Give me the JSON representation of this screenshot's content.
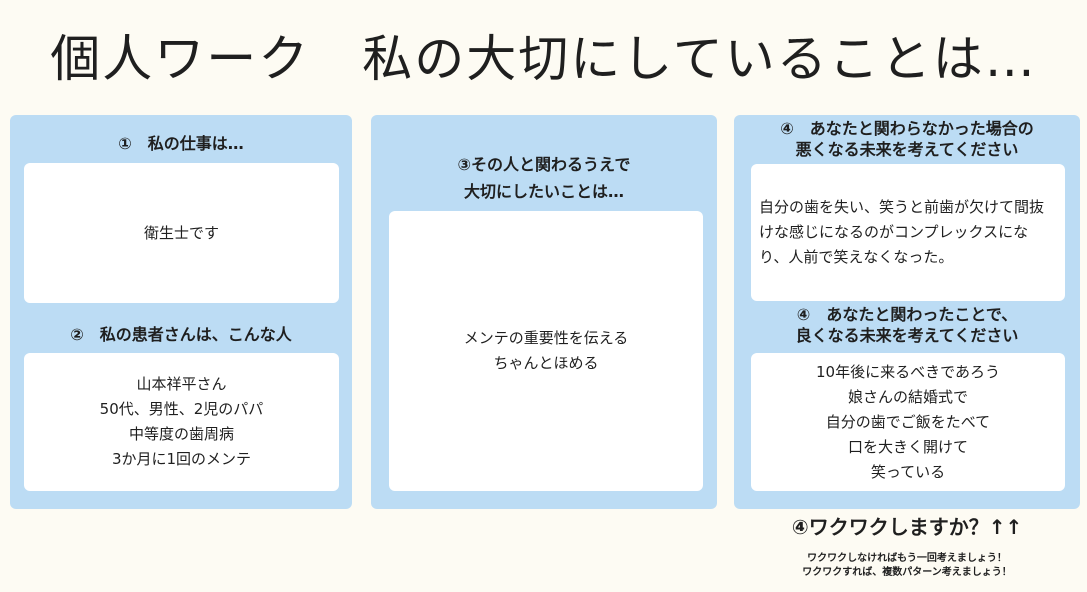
{
  "title": "個人ワーク　私の大切にしていることは…",
  "column1": {
    "heading1": "①　私の仕事は…",
    "box1": "衛生士です",
    "heading2": "②　私の患者さんは、こんな人",
    "box2": "山本祥平さん\n50代、男性、2児のパパ\n中等度の歯周病\n3か月に1回のメンテ"
  },
  "column2": {
    "heading1": "③その人と関わるうえで\n大切にしたいことは…",
    "box1": "メンテの重要性を伝える\nちゃんとほめる"
  },
  "column3": {
    "heading1": "④　あなたと関わらなかった場合の\n悪くなる未来を考えてください",
    "box1": "自分の歯を失い、笑うと前歯が欠けて間抜けな感じになるのがコンプレックスになり、人前で笑えなくなった。",
    "heading2": "④　あなたと関わったことで、\n良くなる未来を考えてください",
    "box2": "10年後に来るべきであろう\n娘さんの結婚式で\n自分の歯でご飯をたべて\n口を大きく開けて\n笑っている"
  },
  "footer": {
    "question": "④ワクワクしますか？↑↑",
    "note": "ワクワクしなければもう一回考えましょう！\nワクワクすれば、複数パターン考えましょう！"
  },
  "colors": {
    "background": "#fdfbf3",
    "panel": "#bcdcf4",
    "box": "#ffffff"
  }
}
